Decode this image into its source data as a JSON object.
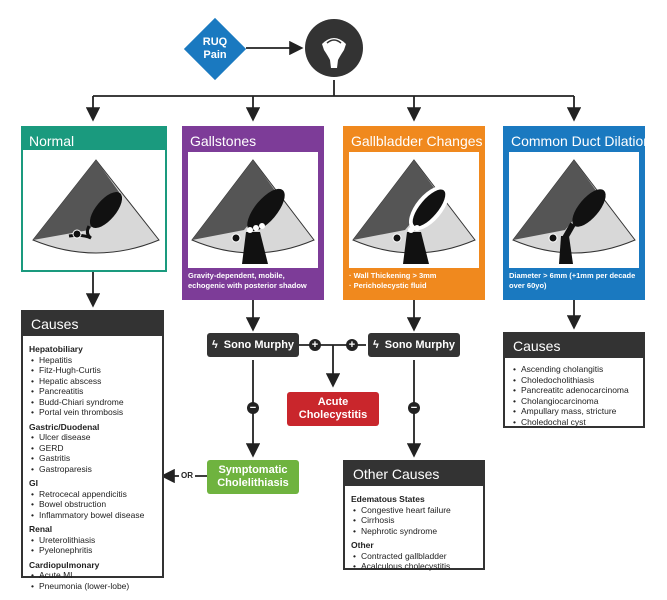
{
  "start": {
    "label_line1": "RUQ",
    "label_line2": "Pain"
  },
  "panels": [
    {
      "title": "Normal",
      "color": "#1a9a7e"
    },
    {
      "title": "Gallstones",
      "color": "#7d3c98",
      "note": "Gravity-dependent, mobile, echogenic with posterior shadow"
    },
    {
      "title": "Gallbladder Changes",
      "color": "#f0891e",
      "note_line1": "· Wall Thickening > 3mm",
      "note_line2": "· Pericholecystic fluid"
    },
    {
      "title": "Common Duct Dilation",
      "color": "#1a79c0",
      "note": "Diameter > 6mm (+1mm per decade over 60yo)"
    }
  ],
  "sono_murphy_left": "Sono Murphy",
  "sono_murphy_right": "Sono Murphy",
  "plus_symbol": "+",
  "minus_symbol": "−",
  "or_label": "OR",
  "acute": {
    "line1": "Acute",
    "line2": "Cholecystitis",
    "color": "#c9262c"
  },
  "symptomatic": {
    "line1": "Symptomatic",
    "line2": "Cholelithiasis",
    "color": "#6fb33f"
  },
  "causes_left": {
    "title": "Causes",
    "groups": [
      {
        "name": "Hepatobiliary",
        "items": [
          "Hepatitis",
          "Fitz-Hugh-Curtis",
          "Hepatic abscess",
          "Pancreatitis",
          "Budd-Chiari syndrome",
          "Portal vein thrombosis"
        ]
      },
      {
        "name": "Gastric/Duodenal",
        "items": [
          "Ulcer disease",
          "GERD",
          "Gastritis",
          "Gastroparesis"
        ]
      },
      {
        "name": "GI",
        "items": [
          "Retrocecal appendicitis",
          "Bowel obstruction",
          "Inflammatory bowel disease"
        ]
      },
      {
        "name": "Renal",
        "items": [
          "Ureterolithiasis",
          "Pyelonephritis"
        ]
      },
      {
        "name": "Cardiopulmonary",
        "items": [
          "Acute MI",
          "Pneumonia (lower-lobe)"
        ]
      }
    ]
  },
  "causes_right": {
    "title": "Causes",
    "items": [
      "Ascending cholangitis",
      "Choledocholithiasis",
      "Pancreatitc adenocarcinoma",
      "Cholangiocarcinoma",
      "Ampullary mass, stricture",
      "Choledochal cyst"
    ]
  },
  "other_causes": {
    "title": "Other Causes",
    "groups": [
      {
        "name": "Edematous States",
        "items": [
          "Congestive heart failure",
          "Cirrhosis",
          "Nephrotic syndrome"
        ]
      },
      {
        "name": "Other",
        "items": [
          "Contracted gallbladder",
          "Acalculous cholecystitis"
        ]
      }
    ]
  },
  "colors": {
    "dark": "#333333",
    "start_blue": "#1a79c0"
  }
}
